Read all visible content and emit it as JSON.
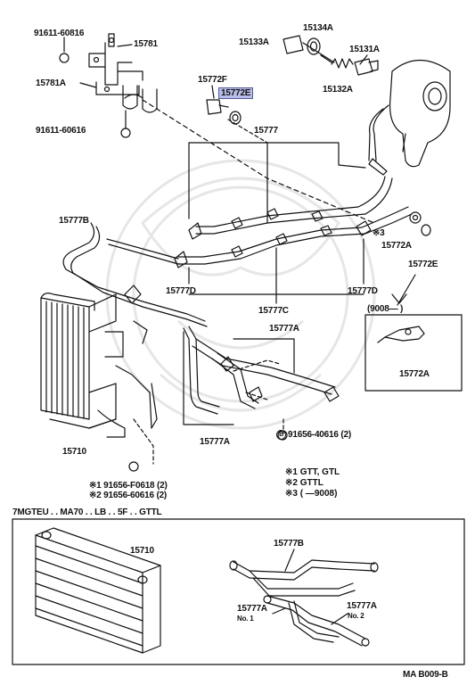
{
  "part_labels": {
    "p91611_60816": "91611-60816",
    "p15781": "15781",
    "p15781A": "15781A",
    "p91611_60616": "91611-60616",
    "p15772F": "15772F",
    "p15772E_hl": "15772E",
    "p15777_top": "15777",
    "p15133A": "15133A",
    "p15134A": "15134A",
    "p15131A": "15131A",
    "p15132A": "15132A",
    "p15777B": "15777B",
    "p15772A_main": "15772A",
    "p15772E_main": "15772E",
    "p15777D_left": "15777D",
    "p15777D_right": "15777D",
    "p15777C": "15777C",
    "p15777A_top": "15777A",
    "p15777A_bottom": "15777A",
    "p15710_main": "15710",
    "p91656_40616": "91656-40616 (2)",
    "p15710_inset": "15710",
    "p15777B_inset": "15777B",
    "p15777A_no1": "15777A",
    "p15777A_no2": "15777A",
    "p15772A_box": "15772A"
  },
  "sub_labels": {
    "no1": "No. 1",
    "no2": "No. 2"
  },
  "bolt_notes": {
    "n1": "※1 91656-F0618 (2)",
    "n2": "※2 91656-60616 (2)"
  },
  "marks": {
    "star3": "※3",
    "bolt_marker": "B"
  },
  "applicability_box": {
    "range": "(9008—        )"
  },
  "notes": {
    "n1": "※1 GTT, GTL",
    "n2": "※2 GTTL",
    "n3": "※3 (       —9008)"
  },
  "section_title": "7MGTEU . . MA70 . . LB . . 5F . . GTTL",
  "footer_code": "MA  B009-B",
  "colors": {
    "highlight": "#b8bde9",
    "line": "#111111",
    "watermark": "#e4e4e4"
  }
}
